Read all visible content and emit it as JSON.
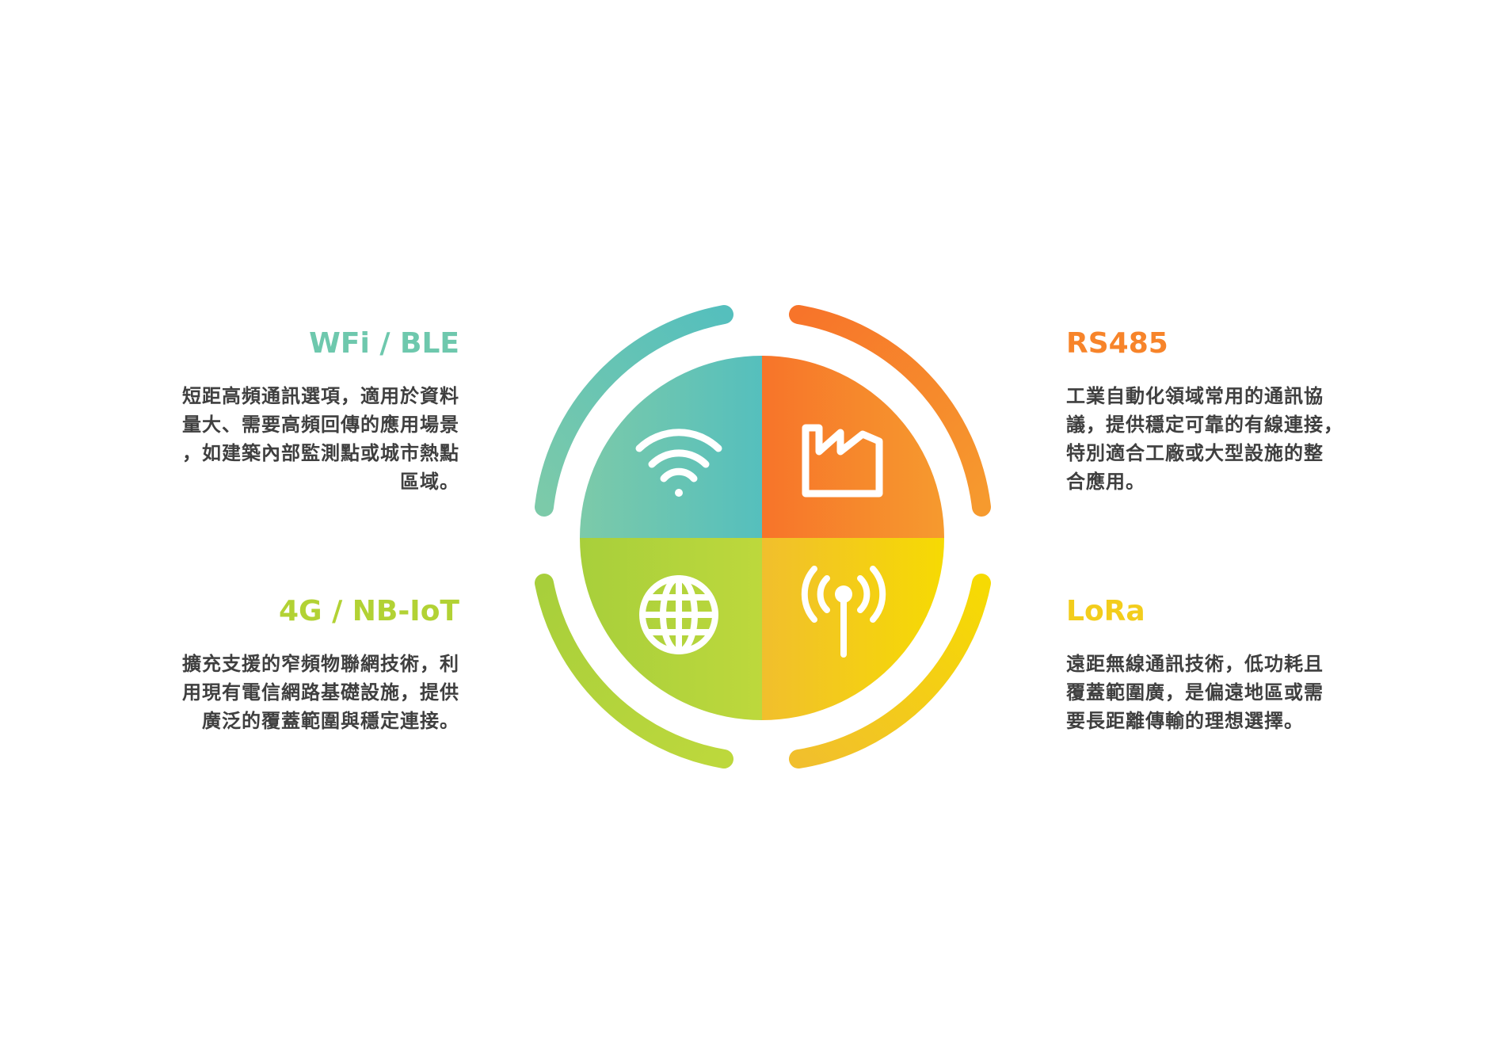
{
  "colors": {
    "teal": "#5bc2b4",
    "teal_light": "#7ccaa9",
    "orange": "#f7762a",
    "orange_light": "#f6a02e",
    "green": "#a9d03a",
    "green_light": "#b7d63f",
    "yellow": "#f5d800",
    "yellow_light": "#f1c12b",
    "text": "#3f3f3f"
  },
  "sections": {
    "wifi": {
      "title": "WFi / BLE",
      "icon": "wifi-icon",
      "color": "#6ec8ad",
      "lines": [
        "短距高頻通訊選項，適用於資料",
        "量大、需要高頻回傳的應用場景",
        "，如建築內部監測點或城市熱點",
        "區域。"
      ]
    },
    "cellular": {
      "title": "4G / NB-IoT",
      "icon": "globe-icon",
      "color": "#b2d234",
      "lines": [
        "擴充支援的窄頻物聯網技術，利",
        "用現有電信網路基礎設施，提供",
        "廣泛的覆蓋範圍與穩定連接。"
      ]
    },
    "rs485": {
      "title": "RS485",
      "icon": "factory-icon",
      "color": "#f7842a",
      "lines": [
        "工業自動化領域常用的通訊協",
        "議，提供穩定可靠的有線連接，",
        "特別適合工廠或大型設施的整",
        "合應用。"
      ]
    },
    "lora": {
      "title": "LoRa",
      "icon": "antenna-icon",
      "color": "#f3cd1c",
      "lines": [
        "遠距無線通訊技術，低功耗且",
        "覆蓋範圍廣，是偏遠地區或需",
        "要長距離傳輸的理想選擇。"
      ]
    }
  }
}
